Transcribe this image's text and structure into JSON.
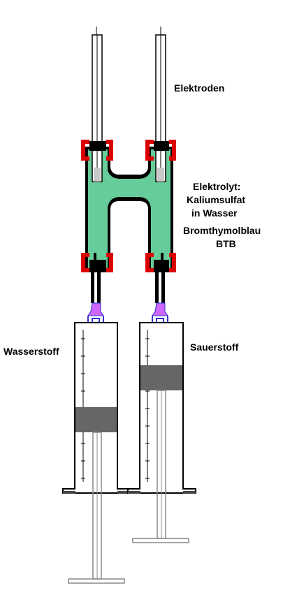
{
  "labels": {
    "electrodes": "Elektroden",
    "electrolyte": "Elektrolyt:",
    "salt": "Kaliumsulfat",
    "solvent": "in Wasser",
    "indicator": "Bromthymolblau",
    "indicator_abbr": "BTB",
    "hydrogen": "Wasserstoff",
    "oxygen": "Sauerstoff"
  },
  "colors": {
    "electrolyte": "#66cc99",
    "frame": "#000000",
    "clamp": "#dd0000",
    "electrode_tip": "#c8c8c8",
    "valve": "#cc66ff",
    "syringe_plunger": "#666666",
    "stand": "#888888"
  },
  "syringes": [
    {
      "gas": "hydrogen",
      "side": "left",
      "plunger_level": 0.5
    },
    {
      "gas": "oxygen",
      "side": "right",
      "plunger_level": 0.25
    }
  ]
}
